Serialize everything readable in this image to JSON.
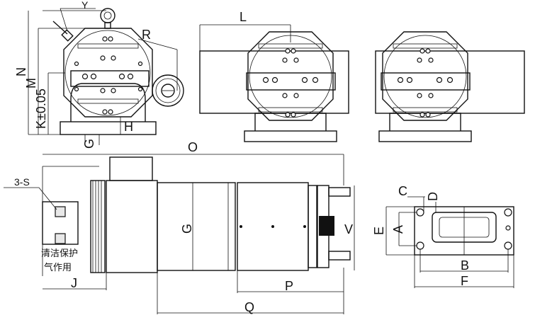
{
  "labels": {
    "Y": "Y",
    "L": "L",
    "R": "R",
    "N": "N",
    "M": "M",
    "K": "K±0.05",
    "H": "H",
    "G_top": "G",
    "O": "O",
    "S": "3-S",
    "G_side": "G",
    "V": "V",
    "J": "J",
    "P": "P",
    "Q": "Q",
    "C": "C",
    "D": "D",
    "E": "E",
    "A": "A",
    "B": "B",
    "F": "F"
  },
  "notes": {
    "air_line1": "清洁保护",
    "air_line2": "气作用"
  }
}
